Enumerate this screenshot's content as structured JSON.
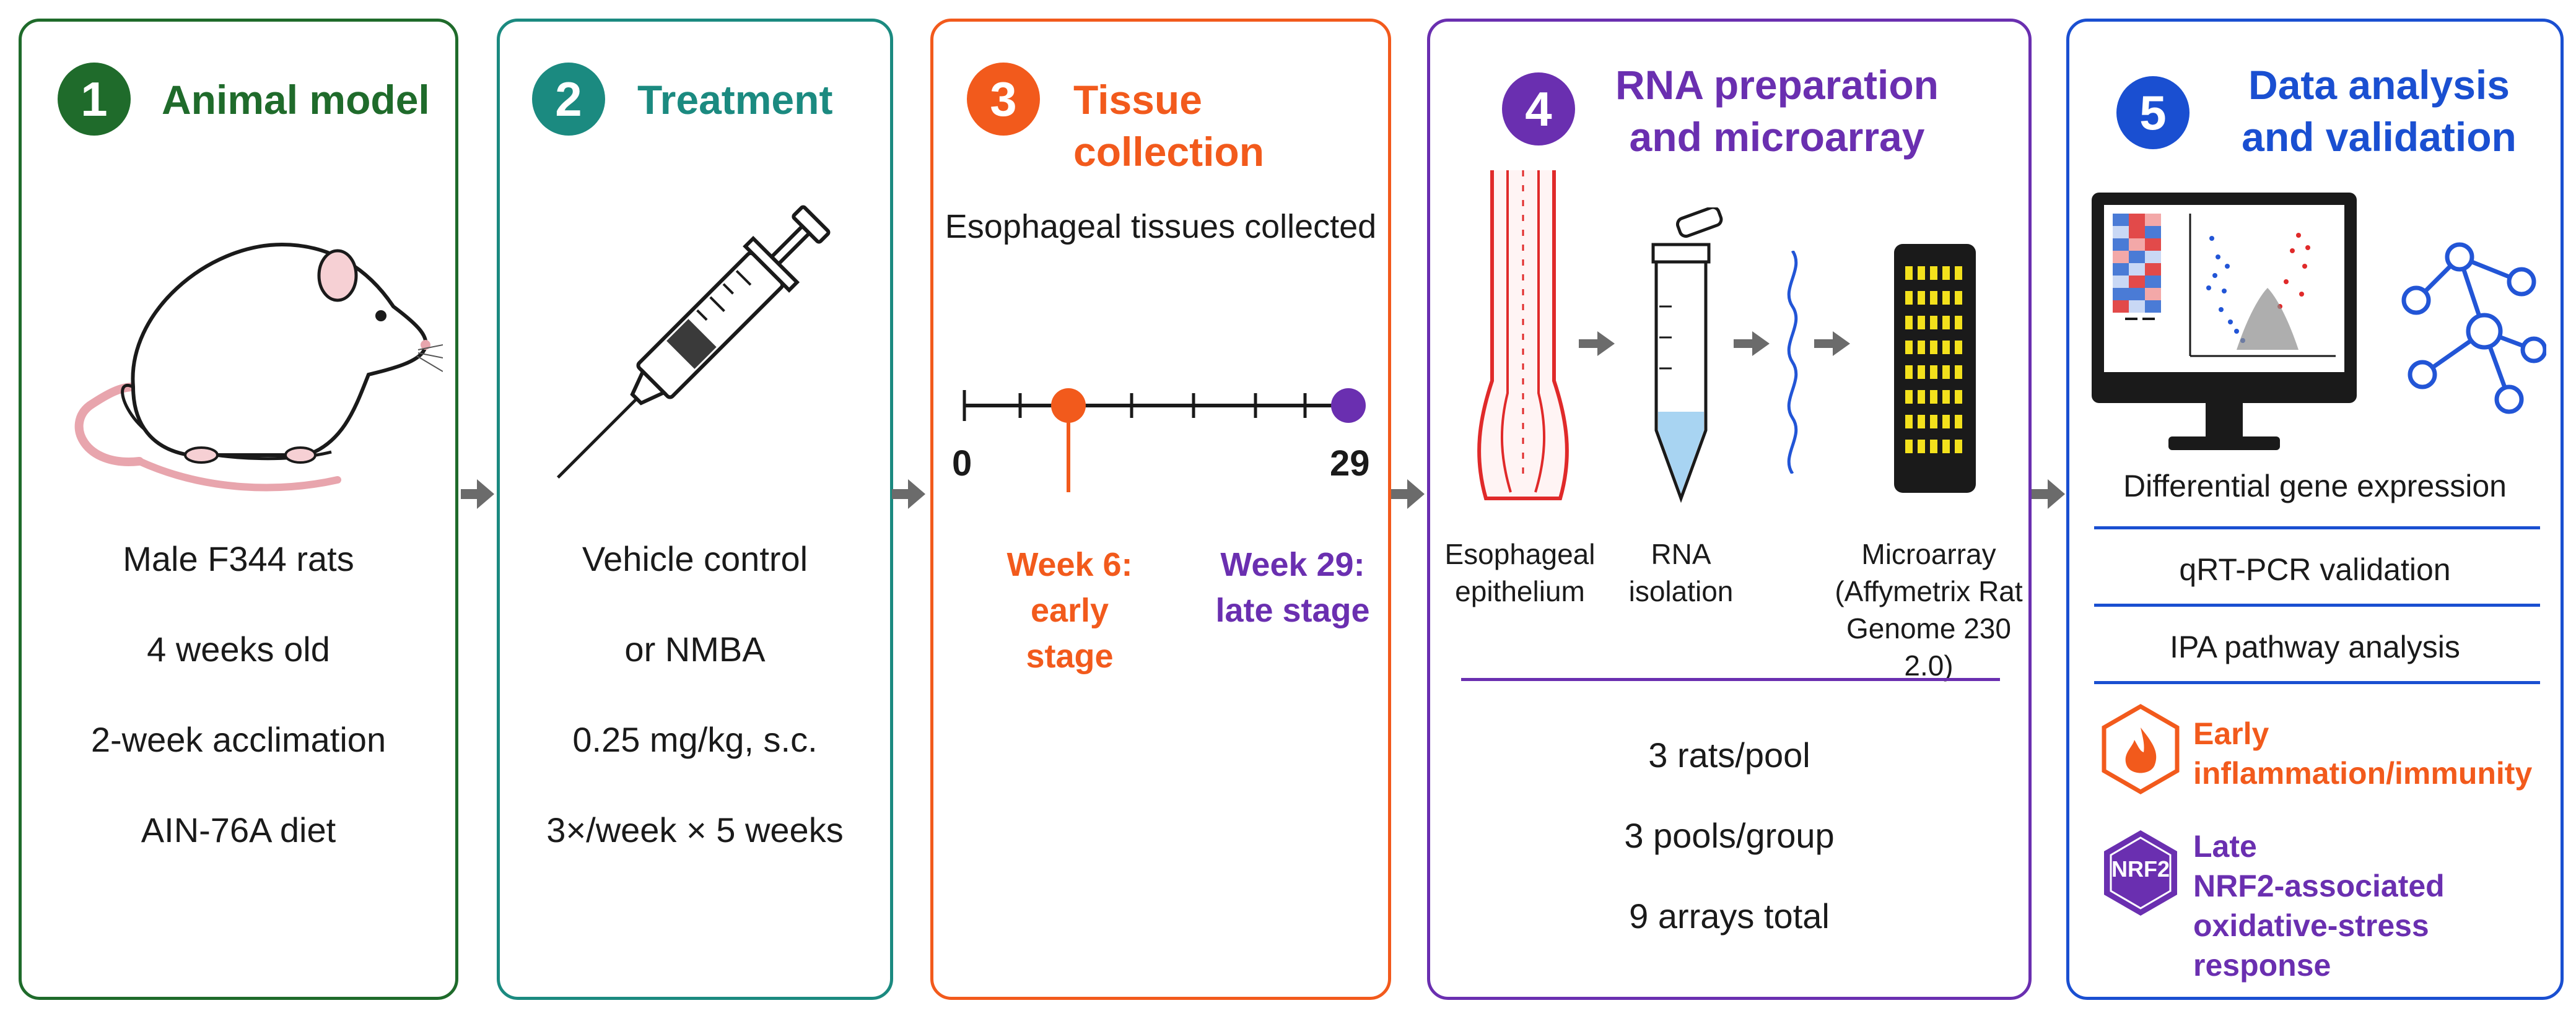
{
  "colors": {
    "panel1": "#1f6b2b",
    "panel2": "#1b8a80",
    "panel3": "#f25a1c",
    "panel4": "#6a2fb0",
    "panel5": "#1a4fd1",
    "arrow": "#6b6b6b"
  },
  "panels": [
    {
      "number": "1",
      "title": "Animal model",
      "icon": "rat-icon",
      "items": [
        "Male F344 rats",
        "4 weeks old",
        "2-week acclimation",
        "AIN-76A diet"
      ]
    },
    {
      "number": "2",
      "title": "Treatment",
      "icon": "syringe-icon",
      "items": [
        "Vehicle control",
        "or NMBA",
        "0.25 mg/kg, s.c.",
        "3×/week × 5 weeks"
      ]
    },
    {
      "number": "3",
      "title": "Tissue collection",
      "subtitle": "Esophageal tissues collected",
      "timeline": {
        "start": "0",
        "end": "29",
        "early_line1": "Week 6:",
        "early_line2": "early stage",
        "late_line1": "Week 29:",
        "late_line2": "late stage"
      }
    },
    {
      "number": "4",
      "title_line1": "RNA preparation",
      "title_line2": "and microarray",
      "steps": [
        {
          "line1": "Esophageal",
          "line2": "epithelium",
          "line3": "",
          "icon": "esophagus-icon"
        },
        {
          "line1": "RNA",
          "line2": "isolation",
          "line3": "",
          "icon": "tube-icon"
        },
        {
          "line1": "Microarray",
          "line2": "(Affymetrix Rat",
          "line3": "Genome 230 2.0)",
          "icon": "microarray-chip-icon"
        }
      ],
      "items": [
        "3 rats/pool",
        "3 pools/group",
        "9 arrays total"
      ]
    },
    {
      "number": "5",
      "title_line1": "Data analysis",
      "title_line2": "and validation",
      "icons": [
        "monitor-icon",
        "network-icon"
      ],
      "rows": [
        "Differential gene expression",
        "qRT-PCR validation",
        "IPA pathway analysis"
      ],
      "early": {
        "line1": "Early",
        "line2": "inflammation/immunity",
        "icon": "flame-hexagon-icon"
      },
      "late": {
        "badge": "NRF2",
        "line1": "Late",
        "line2": "NRF2-associated",
        "line3": "oxidative-stress response",
        "icon": "nrf2-hexagon-icon"
      }
    }
  ]
}
